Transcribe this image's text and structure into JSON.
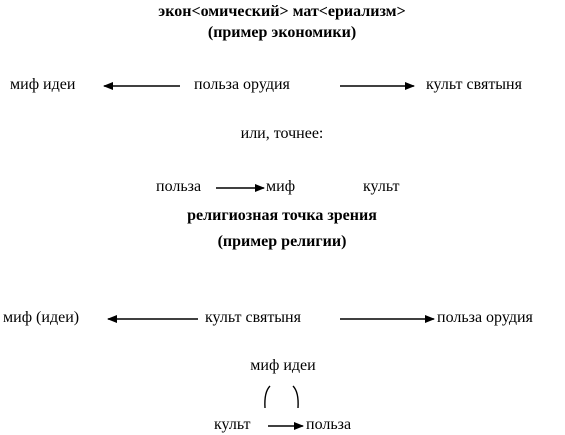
{
  "section1": {
    "title": "экон<омический> мат<ериализм>",
    "subtitle": "(пример экономики)",
    "left": "миф идеи",
    "center": "польза орудия",
    "right": "культ святыня"
  },
  "connector": "или, точнее:",
  "section1_alt": {
    "left": "польза",
    "middle": "миф",
    "right": "культ"
  },
  "section2": {
    "title": "религиозная точка зрения",
    "subtitle": "(пример религии)",
    "left": "миф (идеи)",
    "center": "культ святыня",
    "right": "польза орудия"
  },
  "section2_alt": {
    "top": "миф идеи",
    "bottom_left": "культ",
    "bottom_right": "польза"
  }
}
